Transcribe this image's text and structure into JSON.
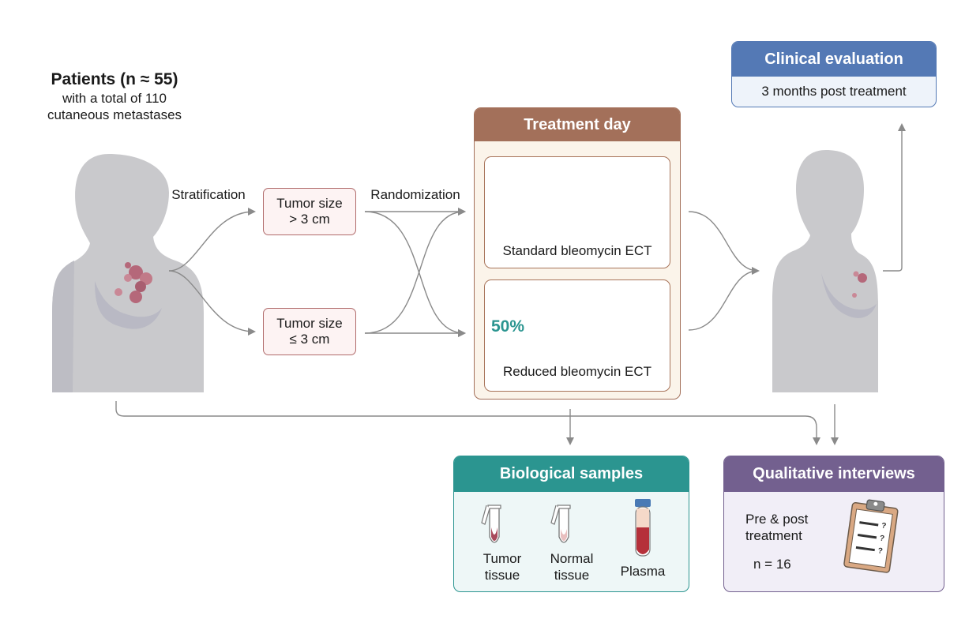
{
  "patients": {
    "title": "Patients (n ≈ 55)",
    "line1": "with a total of 110",
    "line2": "cutaneous metastases"
  },
  "stratification_label": "Stratification",
  "randomization_label": "Randomization",
  "tumor_large": {
    "line1": "Tumor size",
    "line2": "> 3 cm"
  },
  "tumor_small": {
    "line1": "Tumor size",
    "line2": "≤ 3 cm"
  },
  "treatment": {
    "header": "Treatment day",
    "standard": "Standard bleomycin ECT",
    "reduced": "Reduced bleomycin ECT",
    "reduced_pct": "50%"
  },
  "clinical": {
    "header": "Clinical evaluation",
    "detail": "3 months post treatment"
  },
  "bio": {
    "header": "Biological samples",
    "tumor": {
      "line1": "Tumor",
      "line2": "tissue"
    },
    "normal": {
      "line1": "Normal",
      "line2": "tissue"
    },
    "plasma": "Plasma"
  },
  "interviews": {
    "header": "Qualitative interviews",
    "line1": "Pre & post",
    "line2": "treatment",
    "n": "n = 16"
  },
  "colors": {
    "silhouette": "#c9c9cc",
    "silhouette_shade": "#b9b9c4",
    "lesion": "#b5687a",
    "connector": "#8a8a8a",
    "strat_border": "#b06a6a",
    "treatment_header": "#a3705a",
    "treatment_bg": "#fbf4ea",
    "clinical_header": "#5479b5",
    "clinical_bg": "#eef3fa",
    "bio_header": "#2b9590",
    "bio_bg": "#eef7f7",
    "interview_header": "#73608f",
    "interview_bg": "#f1eef7",
    "pct_teal": "#2b9590"
  }
}
